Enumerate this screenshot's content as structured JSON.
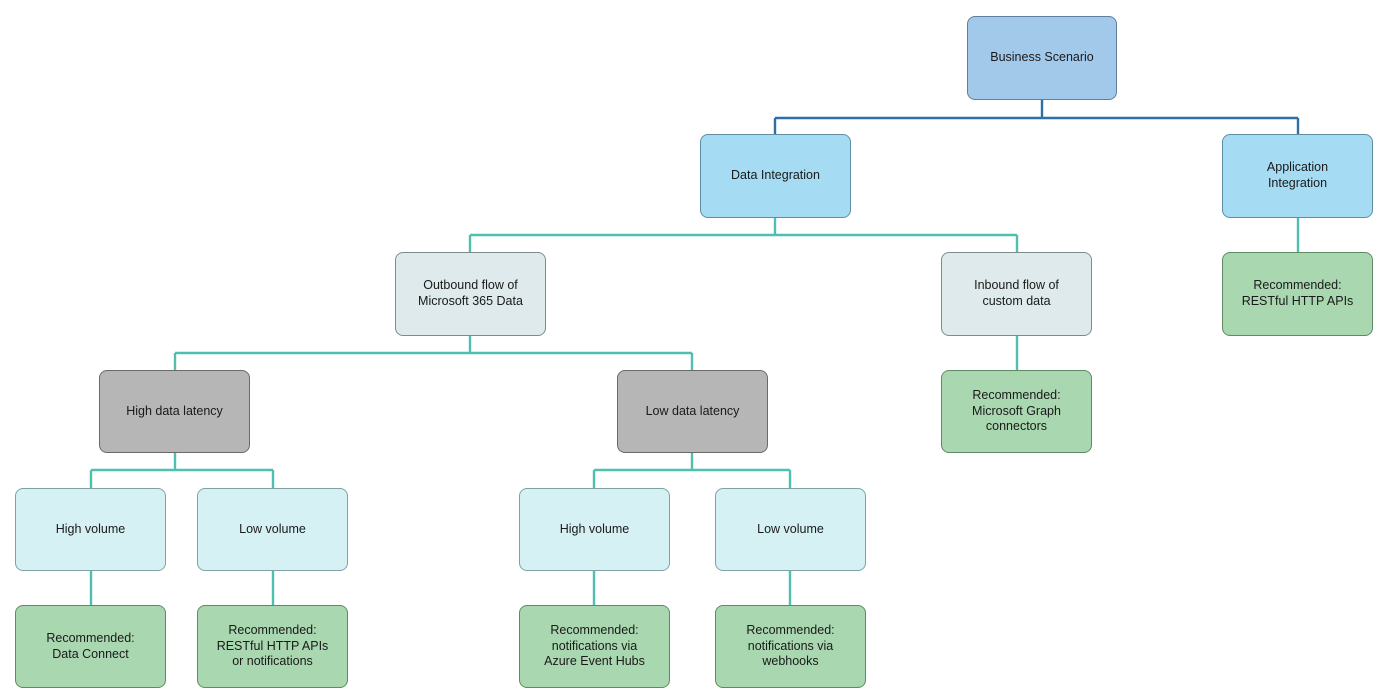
{
  "nodes": {
    "business_scenario": "Business Scenario",
    "data_integration": "Data Integration",
    "application_integration": "Application\nIntegration",
    "outbound_flow": "Outbound flow of\nMicrosoft 365 Data",
    "inbound_flow": "Inbound flow of\ncustom data",
    "rec_restful_app": "Recommended:\nRESTful HTTP APIs",
    "high_latency": "High data latency",
    "low_latency": "Low data latency",
    "rec_graph_connectors": "Recommended:\nMicrosoft Graph\nconnectors",
    "high_volume_a": "High volume",
    "low_volume_a": "Low volume",
    "high_volume_b": "High volume",
    "low_volume_b": "Low volume",
    "rec_data_connect": "Recommended:\nData Connect",
    "rec_restful_or_notifications": "Recommended:\nRESTful HTTP APIs\nor notifications",
    "rec_event_hubs": "Recommended:\nnotifications via\nAzure Event Hubs",
    "rec_webhooks": "Recommended:\nnotifications via\nwebhooks"
  },
  "colors": {
    "root_fill": "#a3c9ea",
    "integration_fill": "#a5dcf3",
    "flow_fill": "#deeaeb",
    "latency_fill": "#b6b6b6",
    "volume_fill": "#d6f1f4",
    "recommendation_fill": "#a9d7b0",
    "root_connector": "#2e6fa8",
    "connector": "#4fc0b0"
  }
}
